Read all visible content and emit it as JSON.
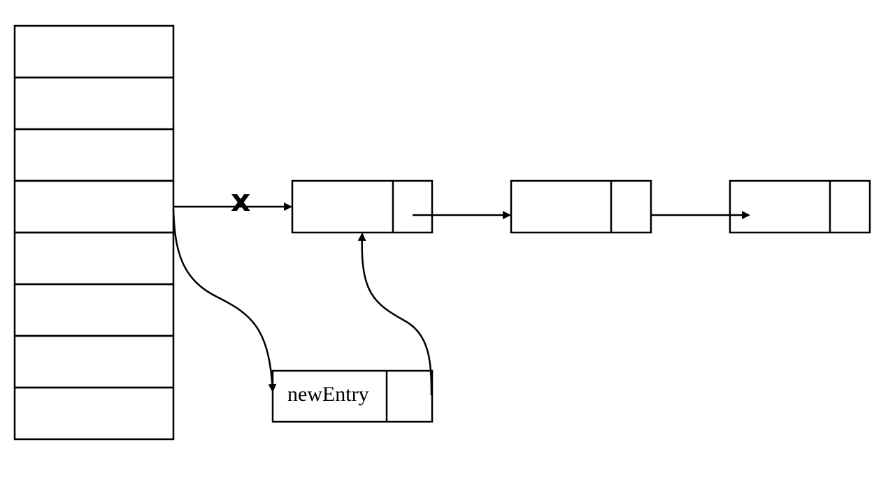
{
  "diagram": {
    "table_slots": 8,
    "replaced_link_mark": "x",
    "new_node_label": "newEntry",
    "chain_nodes": 3
  }
}
